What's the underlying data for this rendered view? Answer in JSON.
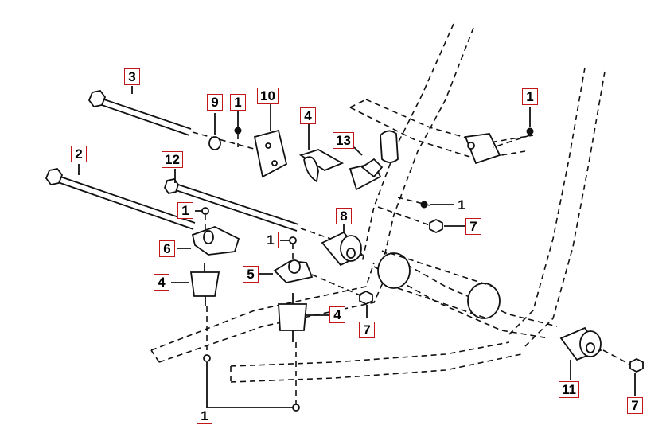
{
  "callouts": [
    {
      "id": "c1",
      "label": "3"
    },
    {
      "id": "c2",
      "label": "9"
    },
    {
      "id": "c3",
      "label": "1"
    },
    {
      "id": "c4",
      "label": "10"
    },
    {
      "id": "c5",
      "label": "4"
    },
    {
      "id": "c6",
      "label": "13"
    },
    {
      "id": "c7",
      "label": "1"
    },
    {
      "id": "c8",
      "label": "2"
    },
    {
      "id": "c9",
      "label": "12"
    },
    {
      "id": "c10",
      "label": "1"
    },
    {
      "id": "c11",
      "label": "7"
    },
    {
      "id": "c12",
      "label": "1"
    },
    {
      "id": "c13",
      "label": "8"
    },
    {
      "id": "c14",
      "label": "6"
    },
    {
      "id": "c15",
      "label": "1"
    },
    {
      "id": "c16",
      "label": "5"
    },
    {
      "id": "c17",
      "label": "4"
    },
    {
      "id": "c18",
      "label": "4"
    },
    {
      "id": "c19",
      "label": "7"
    },
    {
      "id": "c20",
      "label": "11"
    },
    {
      "id": "c21",
      "label": "1"
    },
    {
      "id": "c22",
      "label": "7"
    }
  ],
  "colors": {
    "callout_border": "#c0171b",
    "ink": "#111111",
    "background": "#ffffff"
  }
}
